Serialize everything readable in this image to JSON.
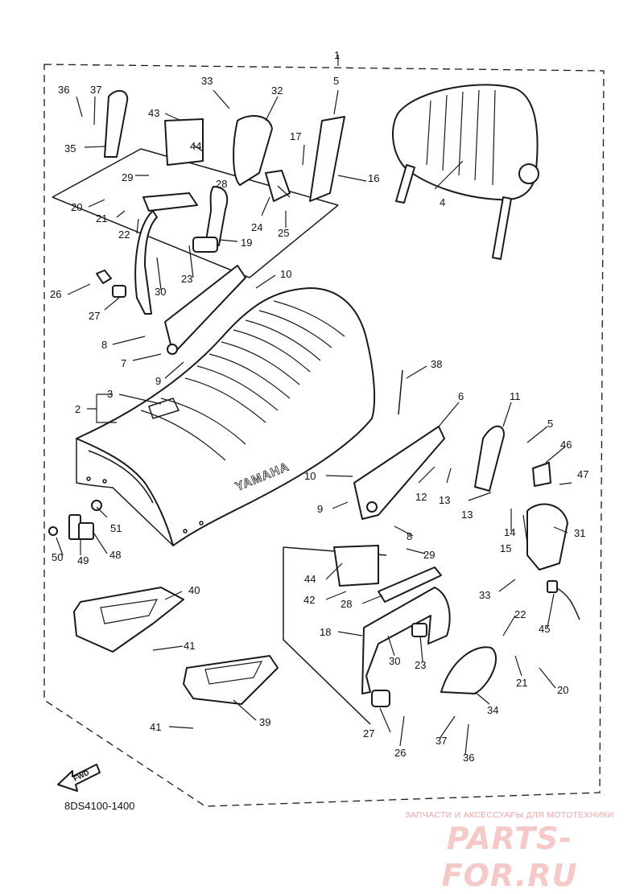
{
  "diagram": {
    "title": "",
    "catalog_code": "8DS4100-1400",
    "forward_marker": "FWD",
    "embossed_text": "YAMAHA",
    "callouts": {
      "c1": "1",
      "c2": "2",
      "c3": "3",
      "c4": "4",
      "c5a": "5",
      "c5b": "5",
      "c6": "6",
      "c7": "7",
      "c8a": "8",
      "c8b": "8",
      "c9a": "9",
      "c9b": "9",
      "c10a": "10",
      "c10b": "10",
      "c11": "11",
      "c12": "12",
      "c13a": "13",
      "c13b": "13",
      "c14": "14",
      "c15": "15",
      "c16": "16",
      "c17": "17",
      "c18": "18",
      "c19": "19",
      "c20a": "20",
      "c20b": "20",
      "c21a": "21",
      "c21b": "21",
      "c22a": "22",
      "c22b": "22",
      "c23a": "23",
      "c23b": "23",
      "c24": "24",
      "c25": "25",
      "c26a": "26",
      "c26b": "26",
      "c27a": "27",
      "c27b": "27",
      "c28a": "28",
      "c28b": "28",
      "c29a": "29",
      "c29b": "29",
      "c30a": "30",
      "c30b": "30",
      "c31": "31",
      "c32": "32",
      "c33a": "33",
      "c33b": "33",
      "c34": "34",
      "c35": "35",
      "c36a": "36",
      "c36b": "36",
      "c37a": "37",
      "c37b": "37",
      "c38": "38",
      "c39": "39",
      "c40": "40",
      "c41a": "41",
      "c41b": "41",
      "c42": "42",
      "c43": "43",
      "c44a": "44",
      "c44b": "44",
      "c45": "45",
      "c46": "46",
      "c47": "47",
      "c48": "48",
      "c49": "49",
      "c50": "50",
      "c51": "51"
    }
  },
  "watermark": {
    "tagline": "ЗАПЧАСТИ И АКСЕССУАРЫ ДЛЯ МОТОТЕХНИКИ",
    "brand": "PARTS-FOR.RU",
    "color": "#f3b3b3"
  }
}
